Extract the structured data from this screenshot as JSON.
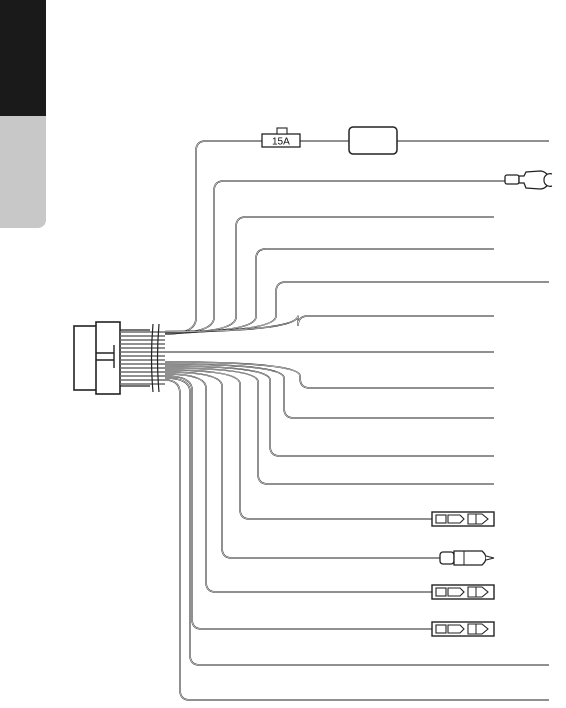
{
  "side_tabs": {
    "dark_color": "#1a1a1a",
    "light_color": "#c8c8c8"
  },
  "fuse": {
    "label": "15A"
  },
  "top_wires": [
    {
      "end": "bare"
    },
    {
      "end": "ring-terminal"
    },
    {
      "end": "bare"
    },
    {
      "end": "bare"
    },
    {
      "end": "bare"
    },
    {
      "end": "bare"
    },
    {
      "end": "bare"
    }
  ],
  "bottom_wires": [
    {
      "end": "bare"
    },
    {
      "end": "bare"
    },
    {
      "end": "bare"
    },
    {
      "end": "bare"
    },
    {
      "end": "female-connector"
    },
    {
      "end": "male-connector"
    },
    {
      "end": "female-connector"
    },
    {
      "end": "female-connector"
    },
    {
      "end": "bare"
    },
    {
      "end": "bare"
    }
  ]
}
